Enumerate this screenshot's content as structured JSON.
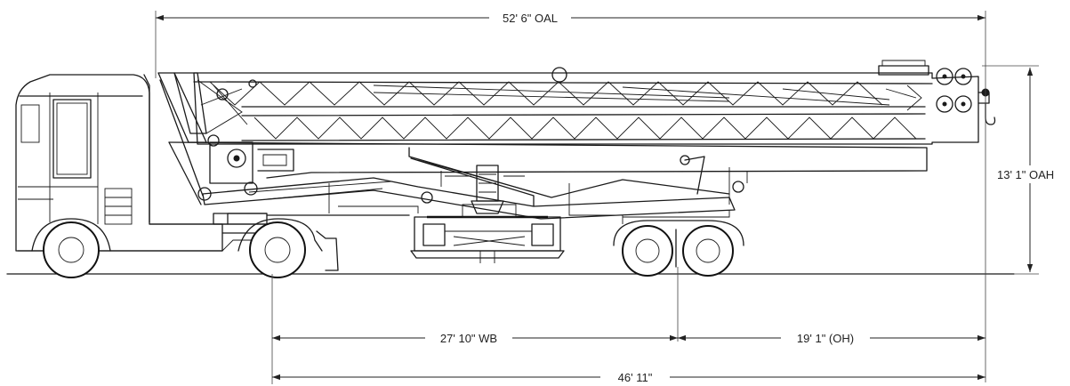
{
  "dimensions": {
    "overall_length": "52' 6\" OAL",
    "overall_height": "13' 1\" OAH",
    "wheelbase": "27' 10\" WB",
    "overhang": "19' 1\" (OH)",
    "front_axle_to_end": "46' 11\""
  }
}
